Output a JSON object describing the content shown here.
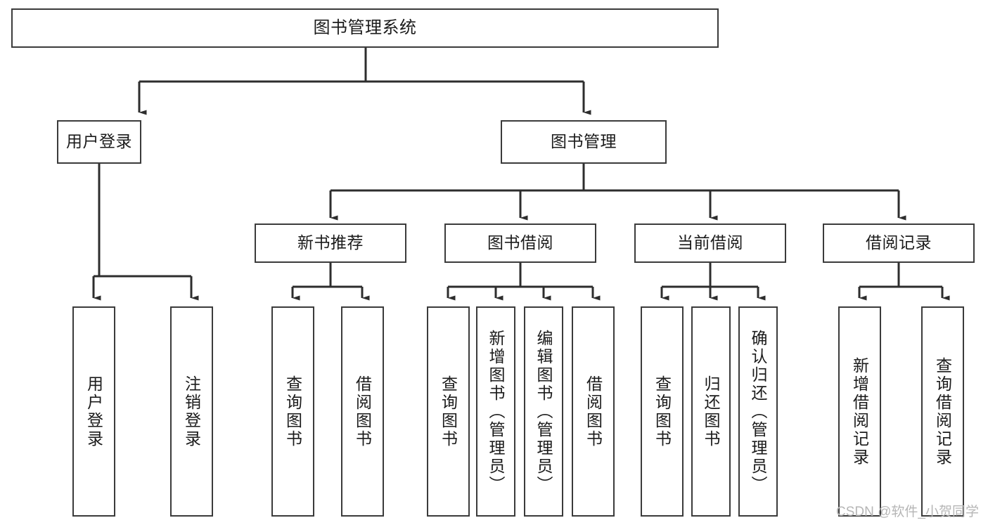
{
  "diagram": {
    "title": "图书管理系统",
    "type": "tree-hierarchy-diagram",
    "colors": {
      "box_border": "#3b3b3b",
      "box_fill": "#ffffff",
      "edge": "#2d2d2d",
      "text": "#1b1b1b",
      "watermark": "#b6b6b6"
    },
    "root": {
      "label": "图书管理系统"
    },
    "level2": [
      {
        "label": "用户登录"
      },
      {
        "label": "图书管理"
      }
    ],
    "level3": [
      {
        "label": "新书推荐"
      },
      {
        "label": "图书借阅"
      },
      {
        "label": "当前借阅"
      },
      {
        "label": "借阅记录"
      }
    ],
    "leaves": {
      "user_login": [
        {
          "label": "用户登录"
        },
        {
          "label": "注销登录"
        }
      ],
      "new_book_recommend": [
        {
          "label": "查询图书"
        },
        {
          "label": "借阅图书"
        }
      ],
      "book_borrow": [
        {
          "label": "查询图书"
        },
        {
          "label": "新增图书（管理员）"
        },
        {
          "label": "编辑图书（管理员）"
        },
        {
          "label": "借阅图书"
        }
      ],
      "current_borrow": [
        {
          "label": "查询图书"
        },
        {
          "label": "归还图书"
        },
        {
          "label": "确认归还（管理员）"
        }
      ],
      "borrow_record": [
        {
          "label": "新增借阅记录"
        },
        {
          "label": "查询借阅记录"
        }
      ]
    }
  },
  "watermark": {
    "text": "CSDN @软件_小贺同学"
  }
}
